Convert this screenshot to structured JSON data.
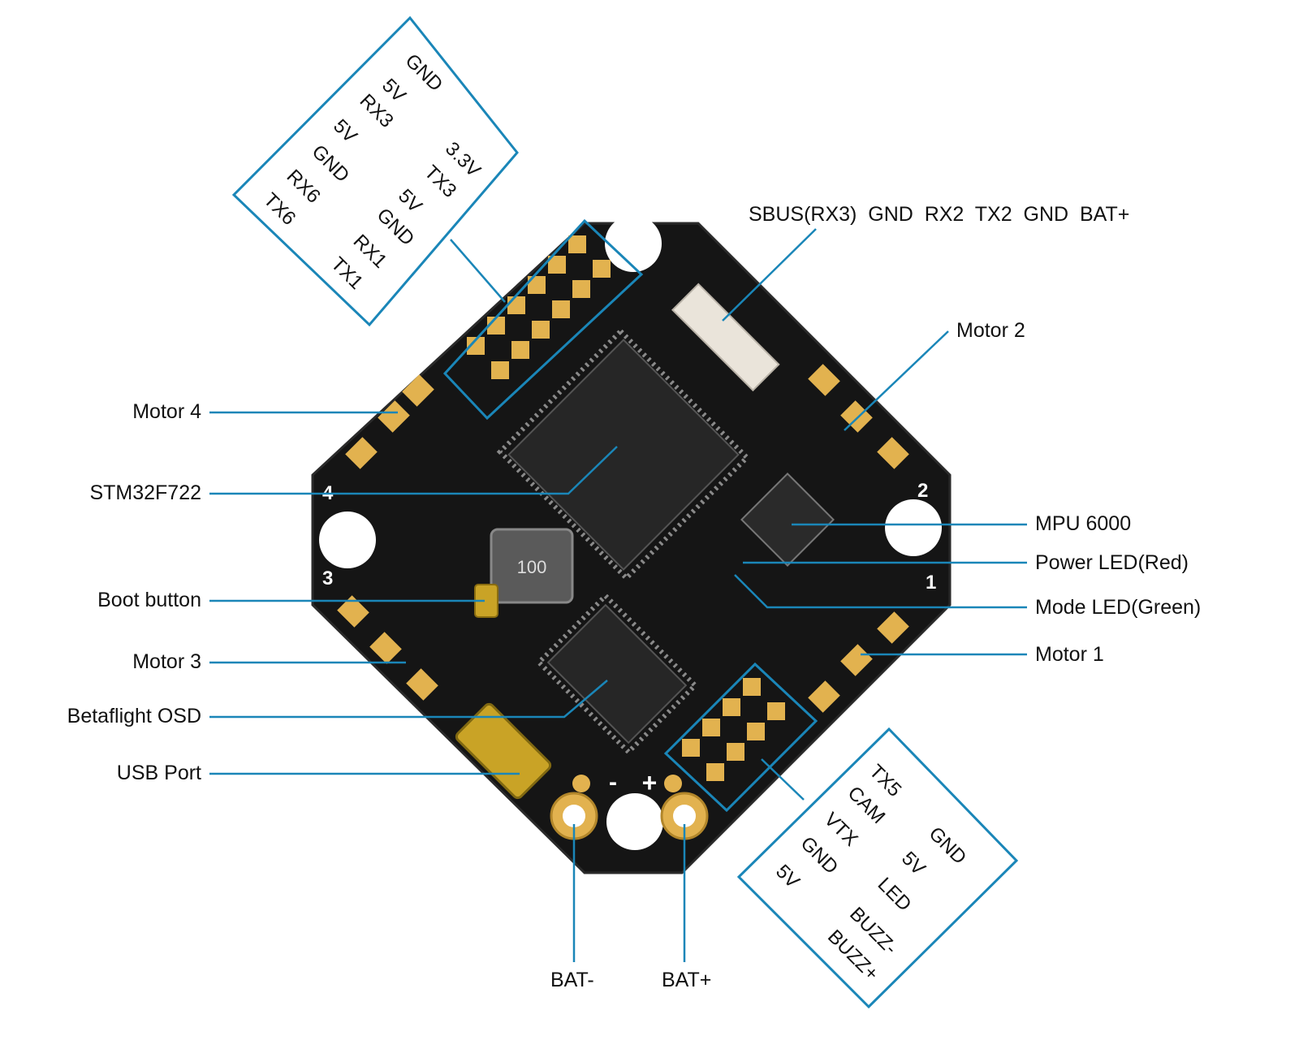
{
  "colors": {
    "callout_line": "#1a86b8",
    "board": "#151515",
    "pad": "#e2b24f",
    "connector": "#eae4da"
  },
  "left_labels": {
    "motor4": "Motor 4",
    "stm32": "STM32F722",
    "boot": "Boot button",
    "motor3": "Motor 3",
    "osd": "Betaflight OSD",
    "usb": "USB Port"
  },
  "right_labels": {
    "sbus_header": "SBUS(RX3)  GND  RX2  TX2  GND  BAT+",
    "motor2": "Motor 2",
    "mpu": "MPU 6000",
    "power_led": "Power LED(Red)",
    "mode_led": "Mode LED(Green)",
    "motor1": "Motor 1"
  },
  "bottom_labels": {
    "bat_minus": "BAT-",
    "bat_plus": "BAT+"
  },
  "top_pinout": {
    "col_a": [
      "GND",
      "5V",
      "RX3",
      "5V",
      "GND",
      "RX6",
      "TX6"
    ],
    "col_b": [
      "3.3V",
      "TX3",
      "5V",
      "GND",
      "RX1",
      "TX1"
    ]
  },
  "bottom_pinout": {
    "col_a": [
      "TX5",
      "CAM",
      "VTX",
      "GND",
      "5V"
    ],
    "col_b": [
      "GND",
      "5V",
      "LED",
      "BUZZ-",
      "BUZZ+"
    ]
  },
  "board_marks": {
    "motor_numbers": [
      "1",
      "2",
      "3",
      "4"
    ],
    "inductor": "100",
    "bat_minus_sign": "-",
    "bat_plus_sign": "+"
  }
}
